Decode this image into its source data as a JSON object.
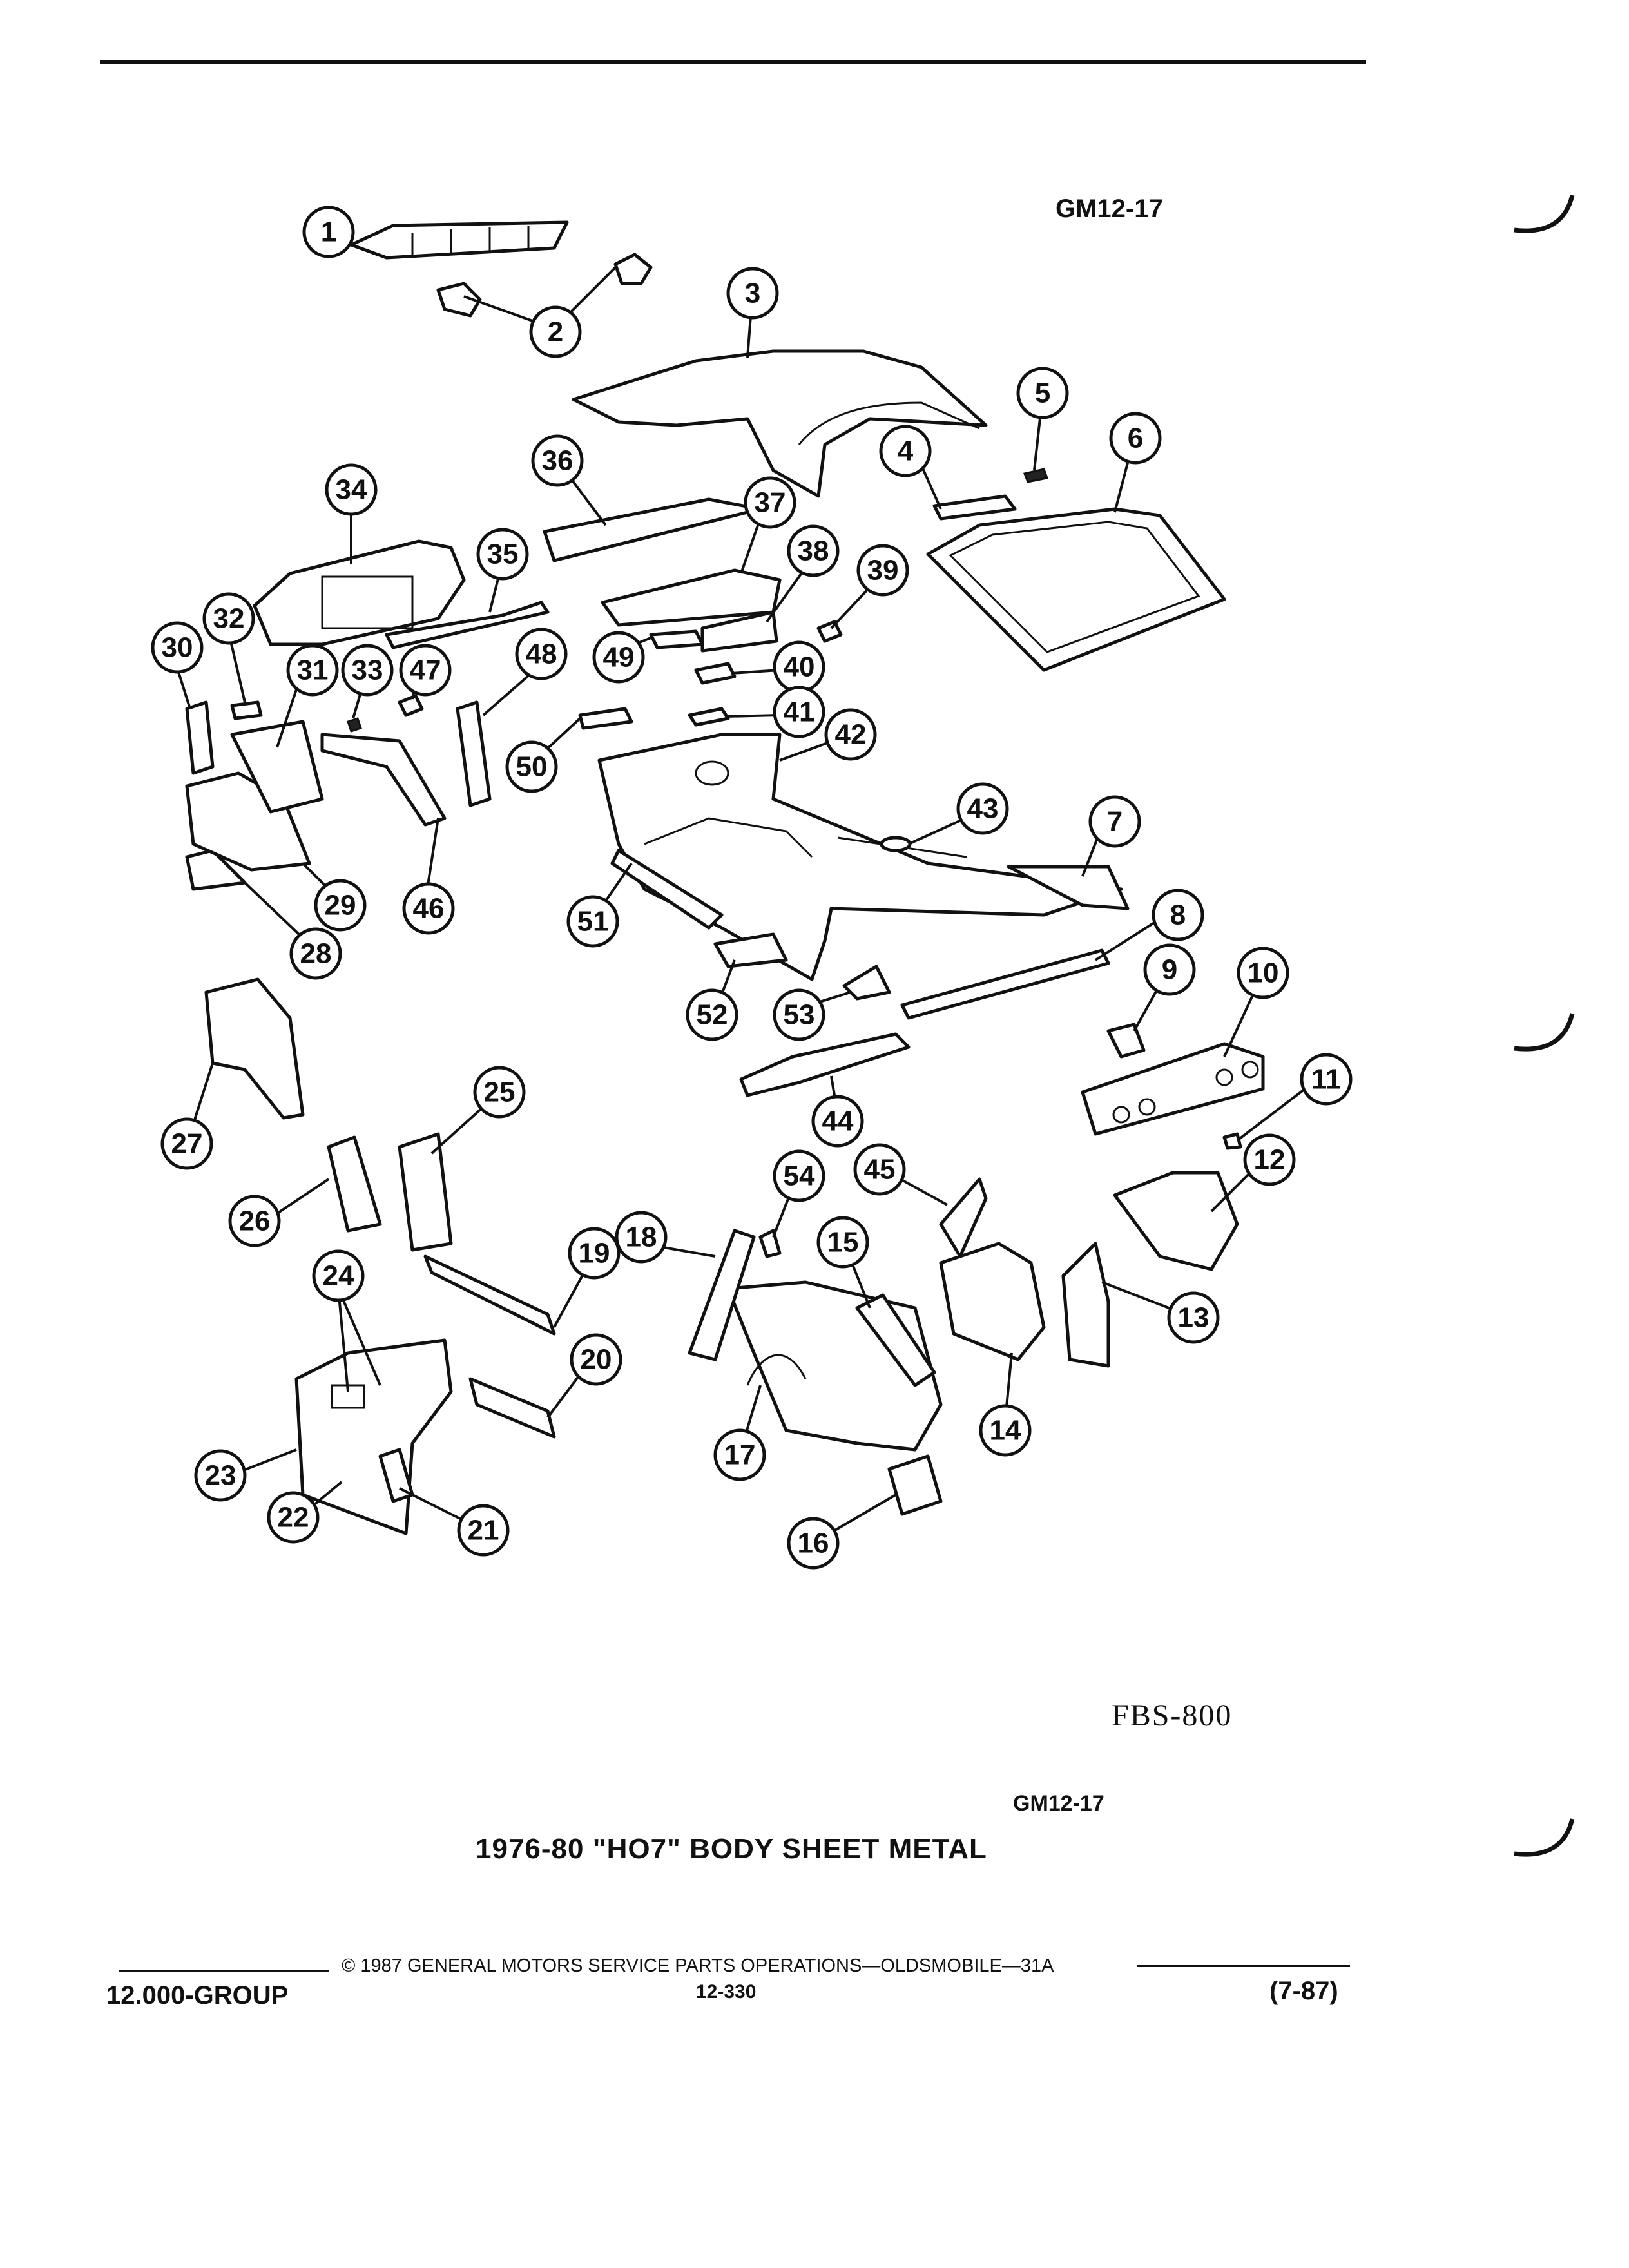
{
  "header": {
    "figure_code_top": "GM12-17"
  },
  "diagram": {
    "callouts": [
      {
        "num": "1"
      },
      {
        "num": "2"
      },
      {
        "num": "3"
      },
      {
        "num": "4"
      },
      {
        "num": "5"
      },
      {
        "num": "6"
      },
      {
        "num": "7"
      },
      {
        "num": "8"
      },
      {
        "num": "9"
      },
      {
        "num": "10"
      },
      {
        "num": "11"
      },
      {
        "num": "12"
      },
      {
        "num": "13"
      },
      {
        "num": "14"
      },
      {
        "num": "15"
      },
      {
        "num": "16"
      },
      {
        "num": "17"
      },
      {
        "num": "18"
      },
      {
        "num": "19"
      },
      {
        "num": "20"
      },
      {
        "num": "21"
      },
      {
        "num": "22"
      },
      {
        "num": "23"
      },
      {
        "num": "24"
      },
      {
        "num": "25"
      },
      {
        "num": "26"
      },
      {
        "num": "27"
      },
      {
        "num": "28"
      },
      {
        "num": "29"
      },
      {
        "num": "30"
      },
      {
        "num": "31"
      },
      {
        "num": "32"
      },
      {
        "num": "33"
      },
      {
        "num": "34"
      },
      {
        "num": "35"
      },
      {
        "num": "36"
      },
      {
        "num": "37"
      },
      {
        "num": "38"
      },
      {
        "num": "39"
      },
      {
        "num": "40"
      },
      {
        "num": "41"
      },
      {
        "num": "42"
      },
      {
        "num": "43"
      },
      {
        "num": "44"
      },
      {
        "num": "45"
      },
      {
        "num": "46"
      },
      {
        "num": "47"
      },
      {
        "num": "48"
      },
      {
        "num": "49"
      },
      {
        "num": "50"
      },
      {
        "num": "51"
      },
      {
        "num": "52"
      },
      {
        "num": "53"
      },
      {
        "num": "54"
      }
    ]
  },
  "figure_number": "FBS-800",
  "caption": {
    "figure_code": "GM12-17",
    "title": "1976-80 \"HO7\" BODY SHEET METAL"
  },
  "footer": {
    "copyright": "© 1987 GENERAL MOTORS SERVICE PARTS OPERATIONS—OLDSMOBILE—31A",
    "group": "12.000-GROUP",
    "page_number": "12-330",
    "date_code": "(7-87)"
  }
}
